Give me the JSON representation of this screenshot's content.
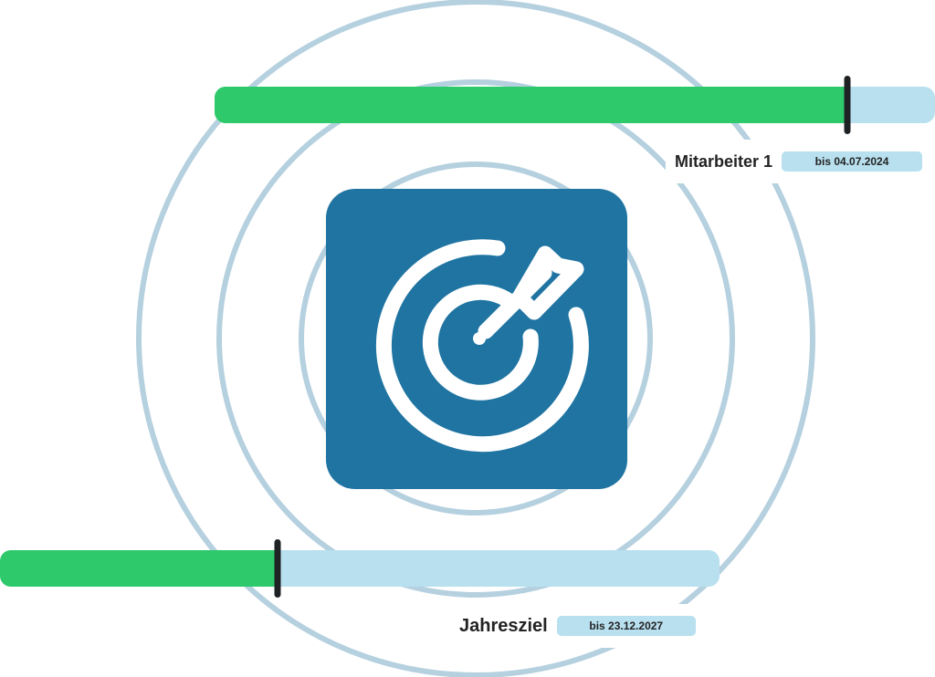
{
  "colors": {
    "accent_tile": "#1f74a2",
    "progress_fill": "#2dc96b",
    "progress_track": "#b8e0ef",
    "ring": "#b5d0df",
    "marker": "#1f2225"
  },
  "icon": {
    "name": "target-arrow-icon"
  },
  "goals": [
    {
      "name": "Mitarbeiter 1",
      "due": "bis 04.07.2024",
      "progress_fraction": 0.8785
    },
    {
      "name": "Jahresziel",
      "due": "bis 23.12.2027",
      "progress_fraction": 0.386
    }
  ]
}
